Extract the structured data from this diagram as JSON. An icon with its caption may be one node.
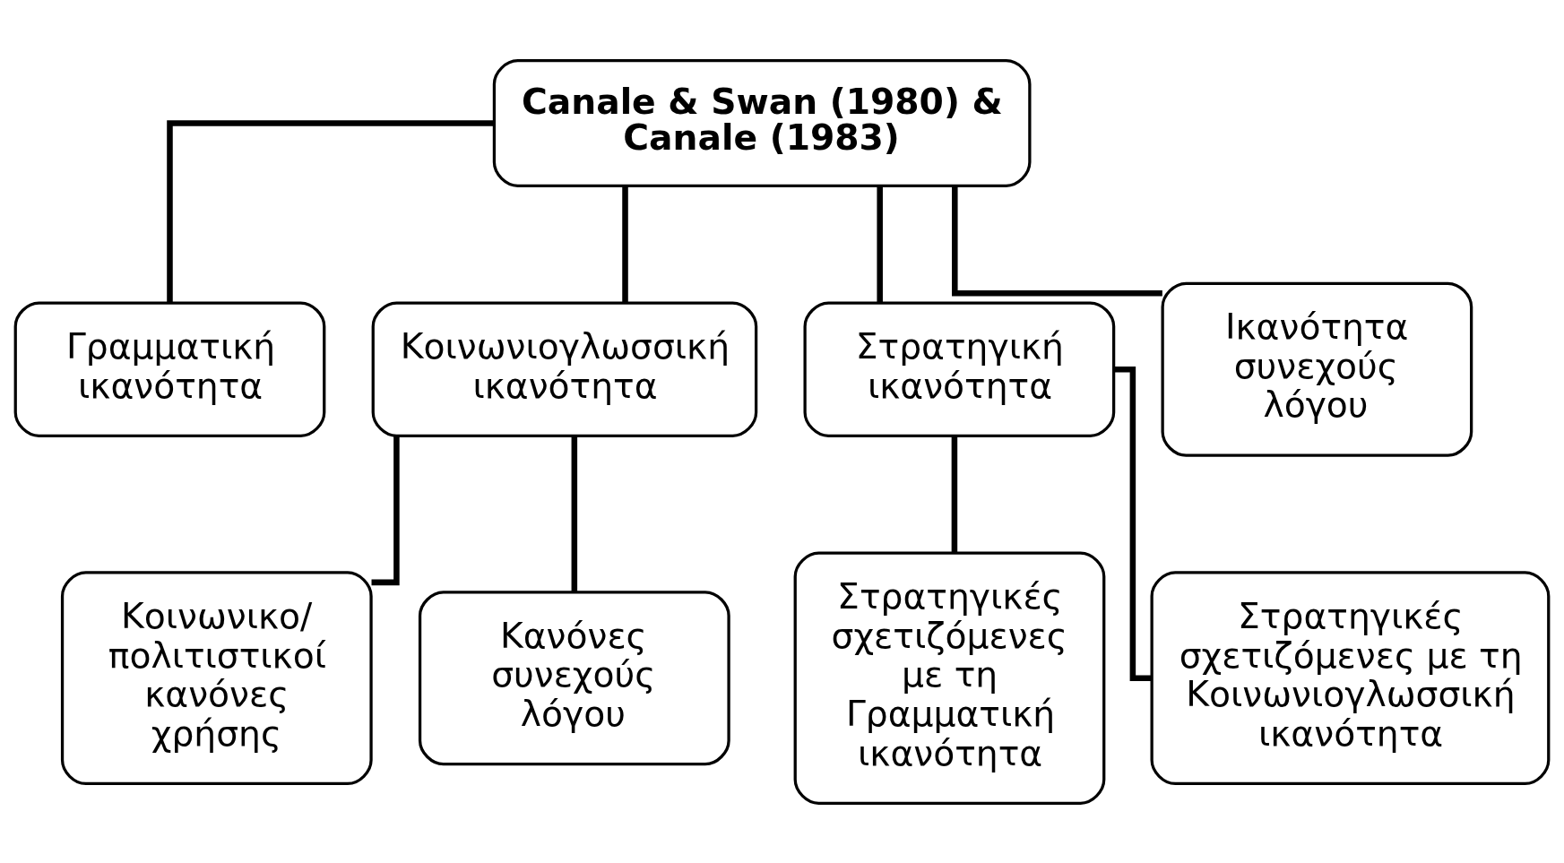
{
  "diagram": {
    "nodes": [
      {
        "text": [
          "Canale & Swan (1980) & Canale (1983)"
        ]
      },
      {
        "text": [
          "Γραμματική ικανότητα"
        ]
      },
      {
        "text": [
          "Κοινωνιογλωσσική ικανότητα"
        ]
      },
      {
        "text": [
          "Στρατηγική ικανότητα"
        ]
      },
      {
        "text": [
          "Ικανότητα συνεχούς λόγου"
        ]
      },
      {
        "text": [
          "Κοινωνικο/ πολιτιστικοί κανόνες χρήσης"
        ]
      },
      {
        "text": [
          "Κανόνες συνεχούς λόγου"
        ]
      },
      {
        "text": [
          "Στρατηγικές σχετιζόμενες με τη Γραμματική ικανότητα"
        ]
      },
      {
        "text": [
          "Στρατηγικές σχετιζόμενες με τη Κοινωνιογλωσσική ικανότητα"
        ]
      }
    ],
    "edges": [
      {
        "from": 0,
        "to": 1,
        "arrow": "none"
      },
      {
        "from": 0,
        "to": 2,
        "arrow": "none"
      },
      {
        "from": 0,
        "to": 3,
        "arrow": "none"
      },
      {
        "from": 0,
        "to": 4,
        "arrow": "none"
      },
      {
        "from": 2,
        "to": 5,
        "arrow": "none"
      },
      {
        "from": 2,
        "to": 6,
        "arrow": "none"
      },
      {
        "from": 3,
        "to": 7,
        "arrow": "none"
      },
      {
        "from": 3,
        "to": 8,
        "arrow": "none"
      }
    ]
  }
}
